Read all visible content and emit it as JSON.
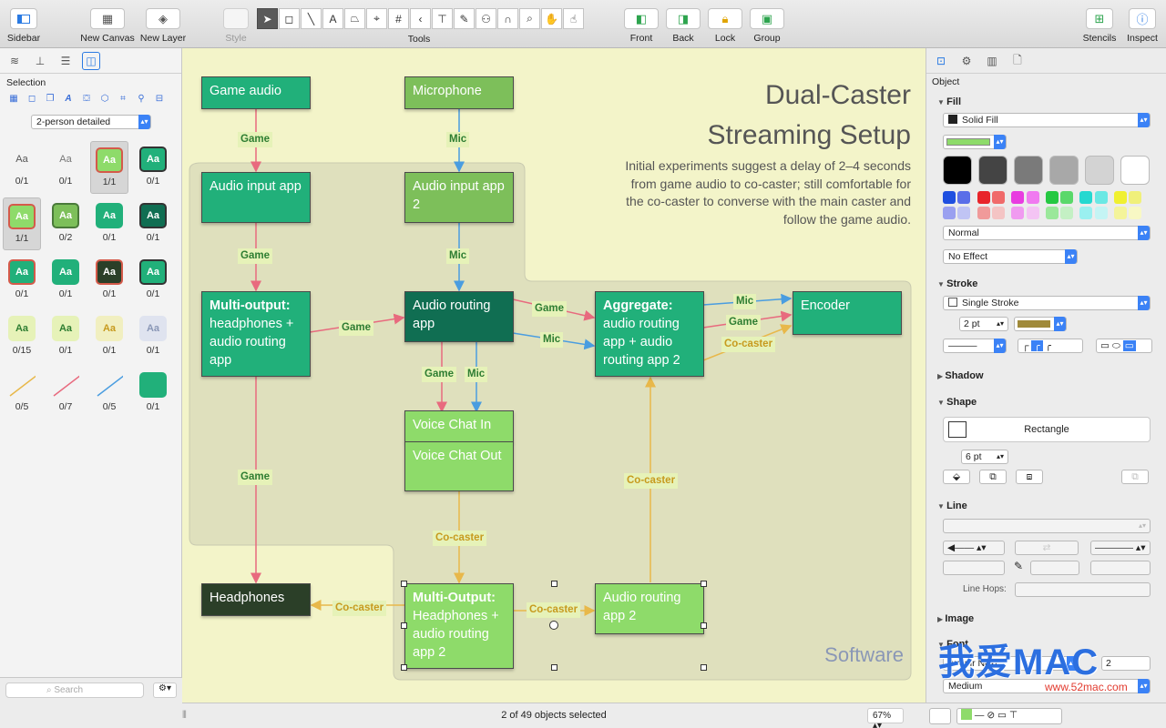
{
  "toolbar": {
    "left": [
      {
        "label": "Sidebar",
        "icon": "sidebar-icon"
      },
      {
        "label": "New Canvas",
        "icon": "new-canvas-icon"
      },
      {
        "label": "New Layer",
        "icon": "new-layer-icon"
      }
    ],
    "style_label": "Style",
    "tools_label": "Tools",
    "right": [
      {
        "label": "Front",
        "icon": "front-icon"
      },
      {
        "label": "Back",
        "icon": "back-icon"
      },
      {
        "label": "Lock",
        "icon": "lock-icon"
      },
      {
        "label": "Group",
        "icon": "group-icon"
      }
    ],
    "far": [
      {
        "label": "Stencils",
        "icon": "stencils-icon"
      },
      {
        "label": "Inspect",
        "icon": "inspect-icon"
      }
    ]
  },
  "sidebar": {
    "selection_label": "Selection",
    "preset": "2-person detailed",
    "search_placeholder": "Search",
    "styles": [
      [
        "0/1",
        "0/1",
        "1/1",
        "0/1"
      ],
      [
        "1/1",
        "0/2",
        "0/1",
        "0/1"
      ],
      [
        "0/1",
        "0/1",
        "0/1",
        "0/1"
      ],
      [
        "0/15",
        "0/1",
        "0/1",
        "0/1"
      ],
      [
        "0/5",
        "0/7",
        "0/5",
        "0/1"
      ]
    ]
  },
  "canvas": {
    "title_line1": "Dual-Caster",
    "title_line2": "Streaming Setup",
    "description": "Initial experiments suggest a delay of 2–4 seconds from game audio to co-caster; still comfortable for the co-caster to converse with the main caster and follow the game audio.",
    "software_label": "Software",
    "nodes": {
      "game_audio": "Game audio",
      "microphone": "Microphone",
      "audio_input_app": "Audio input app",
      "audio_input_app2": "Audio input app 2",
      "multi_output": "Multi-output:",
      "multi_output_rest": "headphones + audio routing app",
      "audio_routing": "Audio routing app",
      "aggregate": "Aggregate:",
      "aggregate_rest": "audio routing app + audio routing app 2",
      "encoder": "Encoder",
      "voice_in": "Voice Chat In",
      "voice_out": "Voice Chat Out",
      "headphones": "Headphones",
      "multi_output2": "Multi-Output:",
      "multi_output2_rest": "Headphones + audio routing app 2",
      "audio_routing2": "Audio routing app 2"
    },
    "labels": {
      "game": "Game",
      "mic": "Mic",
      "cocaster": "Co-caster"
    }
  },
  "status": {
    "selected": "2 of 49 objects selected",
    "zoom": "67%"
  },
  "inspector": {
    "object_label": "Object",
    "fill": "Fill",
    "fill_type": "Solid Fill",
    "blend": "Normal",
    "effect": "No Effect",
    "stroke": "Stroke",
    "stroke_type": "Single Stroke",
    "stroke_width": "2 pt",
    "shadow": "Shadow",
    "shape": "Shape",
    "shape_name": "Rectangle",
    "radius": "6 pt",
    "line": "Line",
    "line_hops": "Line Hops:",
    "image": "Image",
    "font": "Font",
    "font_name": "Avenir Next",
    "font_weight": "Medium"
  },
  "watermark": {
    "text": "我爱MAC",
    "url": "www.52mac.com"
  },
  "colors": {
    "teal": "#21b07a",
    "green": "#7dbf5a",
    "lime": "#8edb6a",
    "dark": "#106e52",
    "accent": "#3b82f6",
    "canvas": "#f3f4c9"
  }
}
